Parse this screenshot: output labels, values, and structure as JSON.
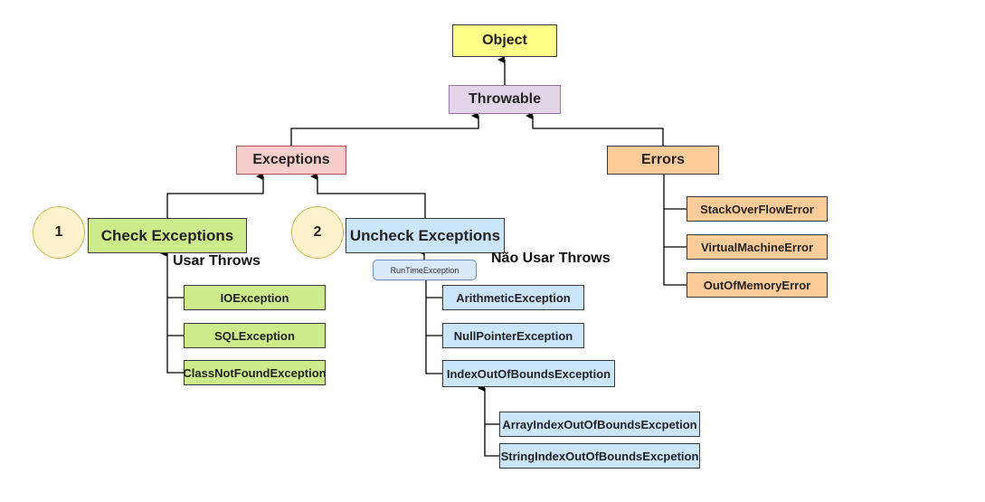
{
  "nodes": {
    "object": "Object",
    "throwable": "Throwable",
    "exceptions": "Exceptions",
    "errors": "Errors",
    "check_exceptions": "Check Exceptions",
    "uncheck_exceptions": "Uncheck Exceptions",
    "runtime_exception": "RunTimeException",
    "io_exception": "IOException",
    "sql_exception": "SQLException",
    "class_not_found_exception": "ClassNotFoundException",
    "arithmetic_exception": "ArithmeticException",
    "null_pointer_exception": "NullPointerException",
    "index_out_of_bounds_exception": "IndexOutOfBoundsException",
    "array_index_out_of_bounds": "ArrayIndexOutOfBoundsExcpetion",
    "string_index_out_of_bounds": "StringIndexOutOfBoundsExcpetion",
    "stack_overflow_error": "StackOverFlowError",
    "virtual_machine_error": "VirtualMachineError",
    "out_of_memory_error": "OutOfMemoryError"
  },
  "markers": {
    "one": "1",
    "two": "2"
  },
  "notes": {
    "usar_throws": "Usar Throws",
    "nao_usar_throws": "Não Usar Throws"
  },
  "colors": {
    "object": "#ffff88",
    "throwable": "#e1d5e7",
    "exceptions": "#f8cecc",
    "errors": "#ffcc99",
    "checked": "#cdeb8b",
    "unchecked": "#cce5ff",
    "marker": "#fff2cc"
  }
}
